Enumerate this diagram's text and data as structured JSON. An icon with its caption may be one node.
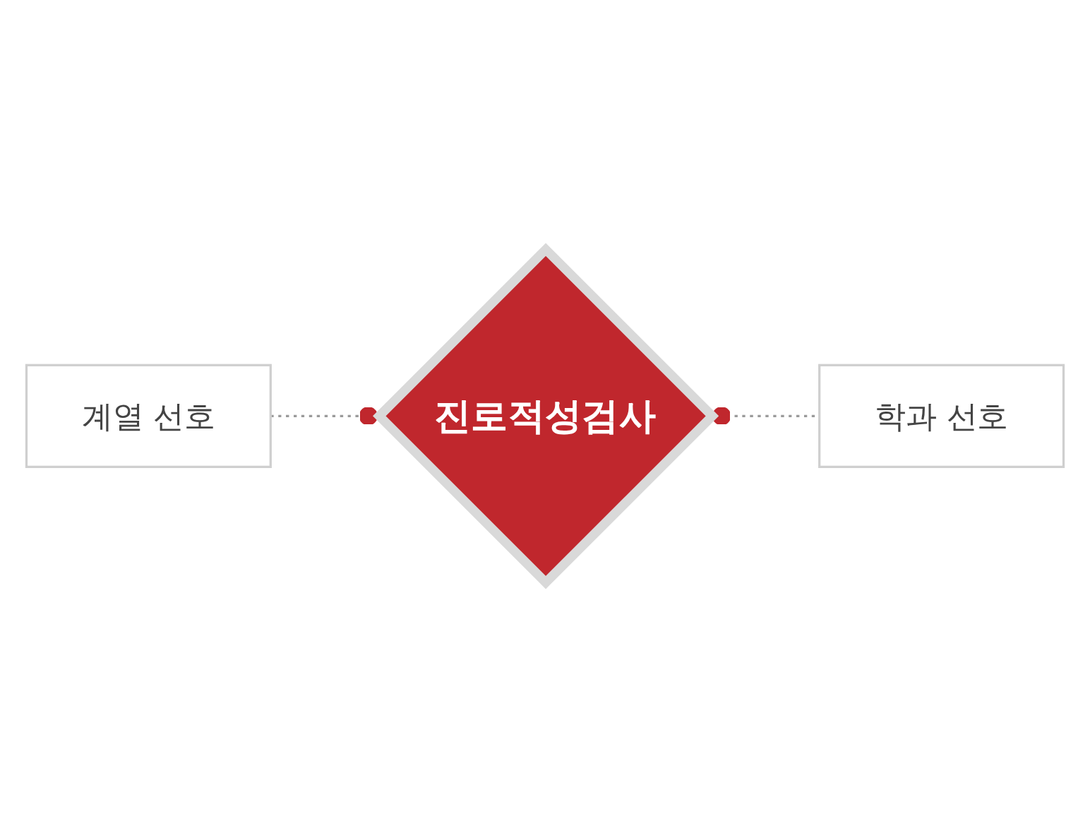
{
  "diagram": {
    "nodes": [
      {
        "text": [
          "계열 선호"
        ]
      },
      {
        "text": [
          "진로적성검사"
        ]
      },
      {
        "text": [
          "학과 선호"
        ]
      }
    ],
    "edges": [
      {
        "from": 0,
        "to": 1,
        "arrow": "other",
        "style": "dashed"
      },
      {
        "from": 1,
        "to": 2,
        "arrow": "other",
        "style": "dashed"
      }
    ]
  }
}
